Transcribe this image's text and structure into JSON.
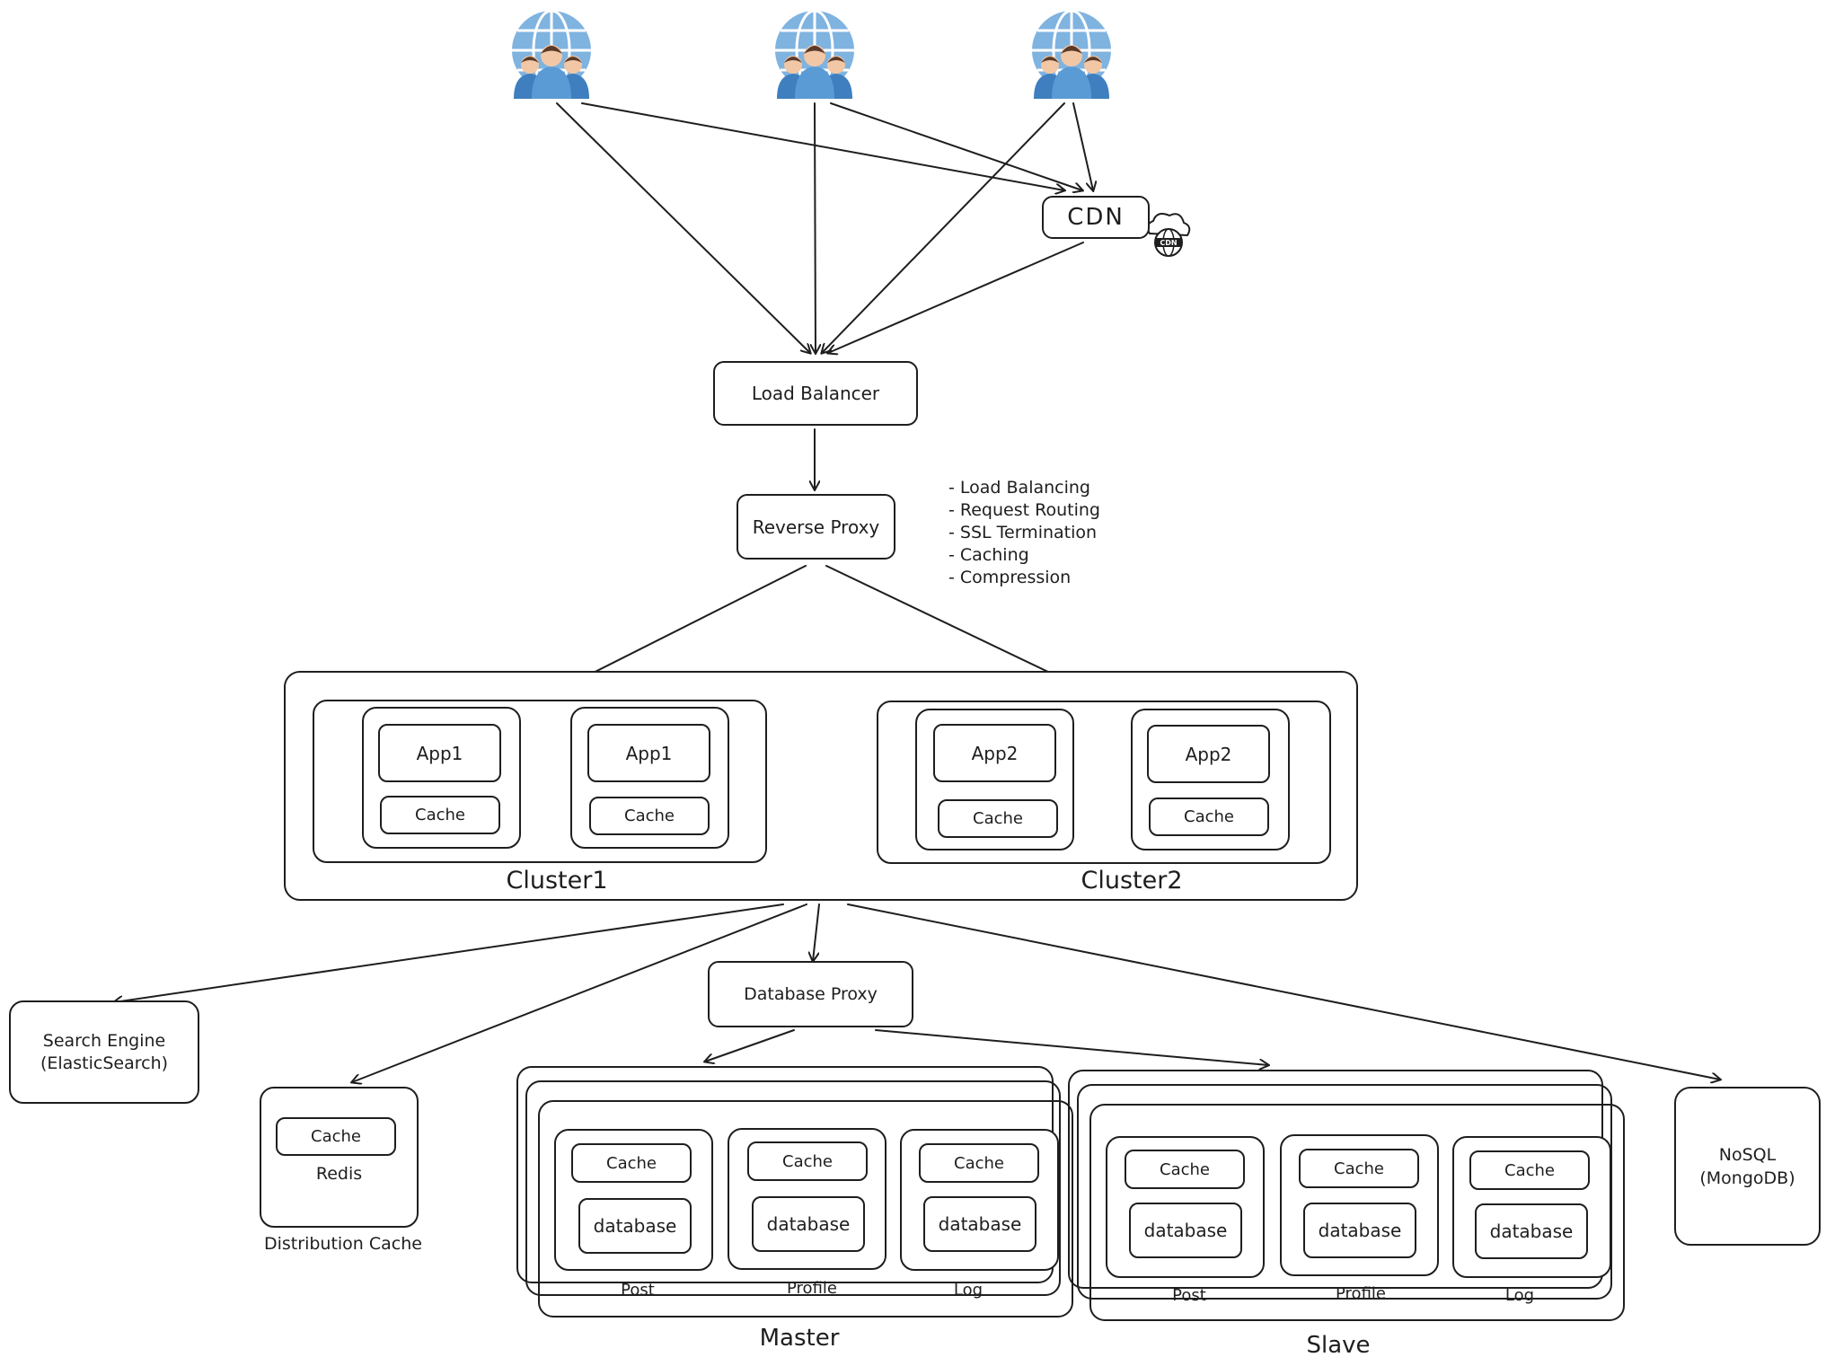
{
  "users": [
    {
      "icon": "users-globe-icon"
    },
    {
      "icon": "users-globe-icon"
    },
    {
      "icon": "users-globe-icon"
    }
  ],
  "cdn": {
    "label": "CDN",
    "icon": "cdn-cloud-icon"
  },
  "load_balancer": {
    "label": "Load Balancer"
  },
  "reverse_proxy": {
    "label": "Reverse Proxy",
    "features": [
      "- Load Balancing",
      "- Request Routing",
      "- SSL Termination",
      "- Caching",
      "- Compression"
    ]
  },
  "clusters": [
    {
      "label": "Cluster1",
      "apps": [
        {
          "app": "App1",
          "cache": "Cache"
        },
        {
          "app": "App1",
          "cache": "Cache"
        }
      ]
    },
    {
      "label": "Cluster2",
      "apps": [
        {
          "app": "App2",
          "cache": "Cache"
        },
        {
          "app": "App2",
          "cache": "Cache"
        }
      ]
    }
  ],
  "search_engine": {
    "label": "Search Engine\n(ElasticSearch)"
  },
  "distribution_cache": {
    "cache": "Cache",
    "name": "Redis",
    "caption": "Distribution Cache"
  },
  "database_proxy": {
    "label": "Database Proxy"
  },
  "master": {
    "label": "Master",
    "shards": [
      {
        "cache": "Cache",
        "db": "database",
        "caption": "Post"
      },
      {
        "cache": "Cache",
        "db": "database",
        "caption": "Profile"
      },
      {
        "cache": "Cache",
        "db": "database",
        "caption": "Log"
      }
    ]
  },
  "slave": {
    "label": "Slave",
    "shards": [
      {
        "cache": "Cache",
        "db": "database",
        "caption": "Post"
      },
      {
        "cache": "Cache",
        "db": "database",
        "caption": "Profile"
      },
      {
        "cache": "Cache",
        "db": "database",
        "caption": "Log"
      }
    ]
  },
  "nosql": {
    "label": "NoSQL\n(MongoDB)"
  },
  "colors": {
    "stroke": "#1e1e1e",
    "globe": "#5b9bd5",
    "person_shirt": "#4a86c5",
    "person_skin": "#f2c7a5",
    "person_hair": "#5a3a2a"
  }
}
